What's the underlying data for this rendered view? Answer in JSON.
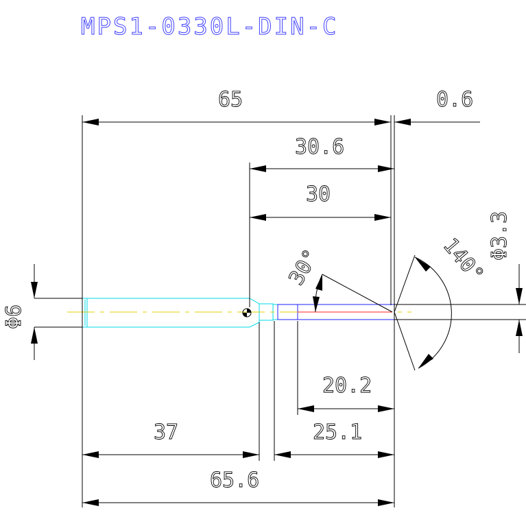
{
  "title": "MPS1-0330L-DIN-C",
  "colors": {
    "title": "#4040ff",
    "dimension": "#000000",
    "outline_cyan": "#00d8e8",
    "outline_blue": "#2020ff",
    "centerline": "#e0d000",
    "cutting_edge": "#ff2020"
  },
  "dimensions": {
    "overall_length": "65",
    "tip_offset": "0.6",
    "tip_to_centre_total": "30.6",
    "tip_to_centre": "30",
    "shank_diameter": "Φ6",
    "tip_diameter": "Φ3.3",
    "chamfer_angle": "30°",
    "point_angle": "140°",
    "flute_length": "20.2",
    "tip_section_length": "25.1",
    "shank_length": "37",
    "total_length": "65.6"
  }
}
